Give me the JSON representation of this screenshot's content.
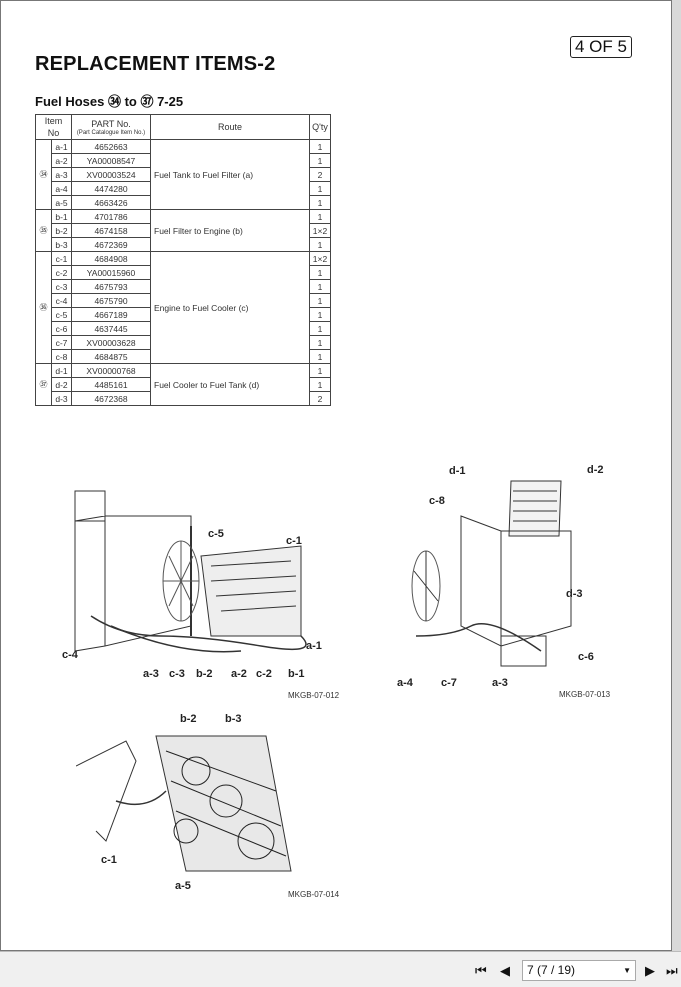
{
  "page_badge": "4 OF 5",
  "title": "REPLACEMENT ITEMS-2",
  "subtitle": "Fuel Hoses ㉞ to ㊲ 7-25",
  "table": {
    "headers": {
      "item_no": "Item No",
      "part_no": "PART No.",
      "part_sub": "(Part Catalogue Item No.)",
      "route": "Route",
      "qty": "Q'ty"
    },
    "groups": [
      {
        "item": "㉞",
        "route": "Fuel Tank to Fuel Filter (a)",
        "rows": [
          [
            "a-1",
            "4652663",
            "1"
          ],
          [
            "a-2",
            "YA00008547",
            "1"
          ],
          [
            "a-3",
            "XV00003524",
            "2"
          ],
          [
            "a-4",
            "4474280",
            "1"
          ],
          [
            "a-5",
            "4663426",
            "1"
          ]
        ]
      },
      {
        "item": "㉟",
        "route": "Fuel Filter to Engine (b)",
        "rows": [
          [
            "b-1",
            "4701786",
            "1"
          ],
          [
            "b-2",
            "4674158",
            "1×2"
          ],
          [
            "b-3",
            "4672369",
            "1"
          ]
        ]
      },
      {
        "item": "㊱",
        "route": "Engine to Fuel Cooler (c)",
        "rows": [
          [
            "c-1",
            "4684908",
            "1×2"
          ],
          [
            "c-2",
            "YA00015960",
            "1"
          ],
          [
            "c-3",
            "4675793",
            "1"
          ],
          [
            "c-4",
            "4675790",
            "1"
          ],
          [
            "c-5",
            "4667189",
            "1"
          ],
          [
            "c-6",
            "4637445",
            "1"
          ],
          [
            "c-7",
            "XV00003628",
            "1"
          ],
          [
            "c-8",
            "4684875",
            "1"
          ]
        ]
      },
      {
        "item": "㊲",
        "route": "Fuel Cooler to Fuel Tank (d)",
        "rows": [
          [
            "d-1",
            "XV00000768",
            "1"
          ],
          [
            "d-2",
            "4485161",
            "1"
          ],
          [
            "d-3",
            "4672368",
            "2"
          ]
        ]
      }
    ]
  },
  "diagrams": [
    {
      "figure": "MKGB-07-012",
      "labels": [
        "c-5",
        "c-1",
        "c-4",
        "a-1",
        "a-3",
        "c-3",
        "b-2",
        "a-2",
        "c-2",
        "b-1"
      ]
    },
    {
      "figure": "MKGB-07-013",
      "labels": [
        "d-1",
        "d-2",
        "c-8",
        "d-3",
        "c-6",
        "a-4",
        "c-7",
        "a-3"
      ]
    },
    {
      "figure": "MKGB-07-014",
      "labels": [
        "b-2",
        "b-3",
        "c-1",
        "a-5"
      ]
    }
  ],
  "toolbar": {
    "page_select": "7 (7 / 19)"
  }
}
